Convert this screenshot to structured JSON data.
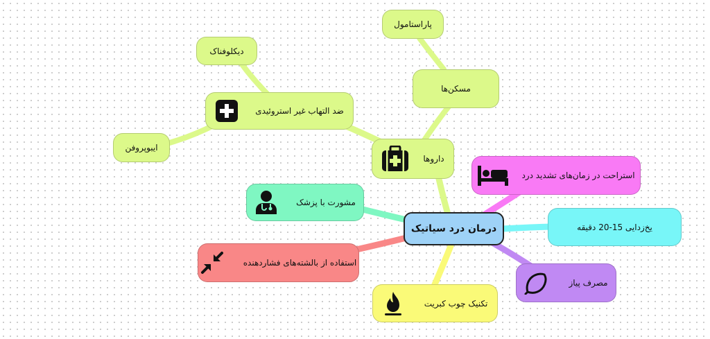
{
  "colors": {
    "root": "#9ed2f7",
    "drugs": "#dcf98a",
    "rest": "#f97af5",
    "ice": "#78f6f8",
    "onion": "#c089f3",
    "match": "#fafa78",
    "pillow": "#f98787",
    "doctor": "#7ff7c2"
  },
  "diagram": {
    "root": {
      "label": "درمان درد سیاتیک"
    },
    "drugs": {
      "label": "داروها",
      "icon": "medical-kit-icon"
    },
    "nsaid": {
      "label": "ضد التهاب غیر استروئیدی",
      "icon": "medical-cross-icon"
    },
    "diclofenac": {
      "label": "دیکلوفناک"
    },
    "ibuprofen": {
      "label": "ایبوپروفن"
    },
    "painkillers": {
      "label": "مسکن‌ها"
    },
    "paracetamol": {
      "label": "پاراستامول"
    },
    "rest": {
      "label": "استراحت در زمان‌های تشدید درد",
      "icon": "bed-icon"
    },
    "ice": {
      "label": "یخ‌زدایی 15-20 دقیقه"
    },
    "onion": {
      "label": "مصرف پیاز",
      "icon": "onion-icon"
    },
    "match": {
      "label": "تکنیک چوب کبریت",
      "icon": "flame-icon"
    },
    "pillow": {
      "label": "استفاده از بالشته‌های فشاردهنده",
      "icon": "compress-arrows-icon"
    },
    "doctor": {
      "label": "مشورت با پزشک",
      "icon": "doctor-icon"
    }
  }
}
